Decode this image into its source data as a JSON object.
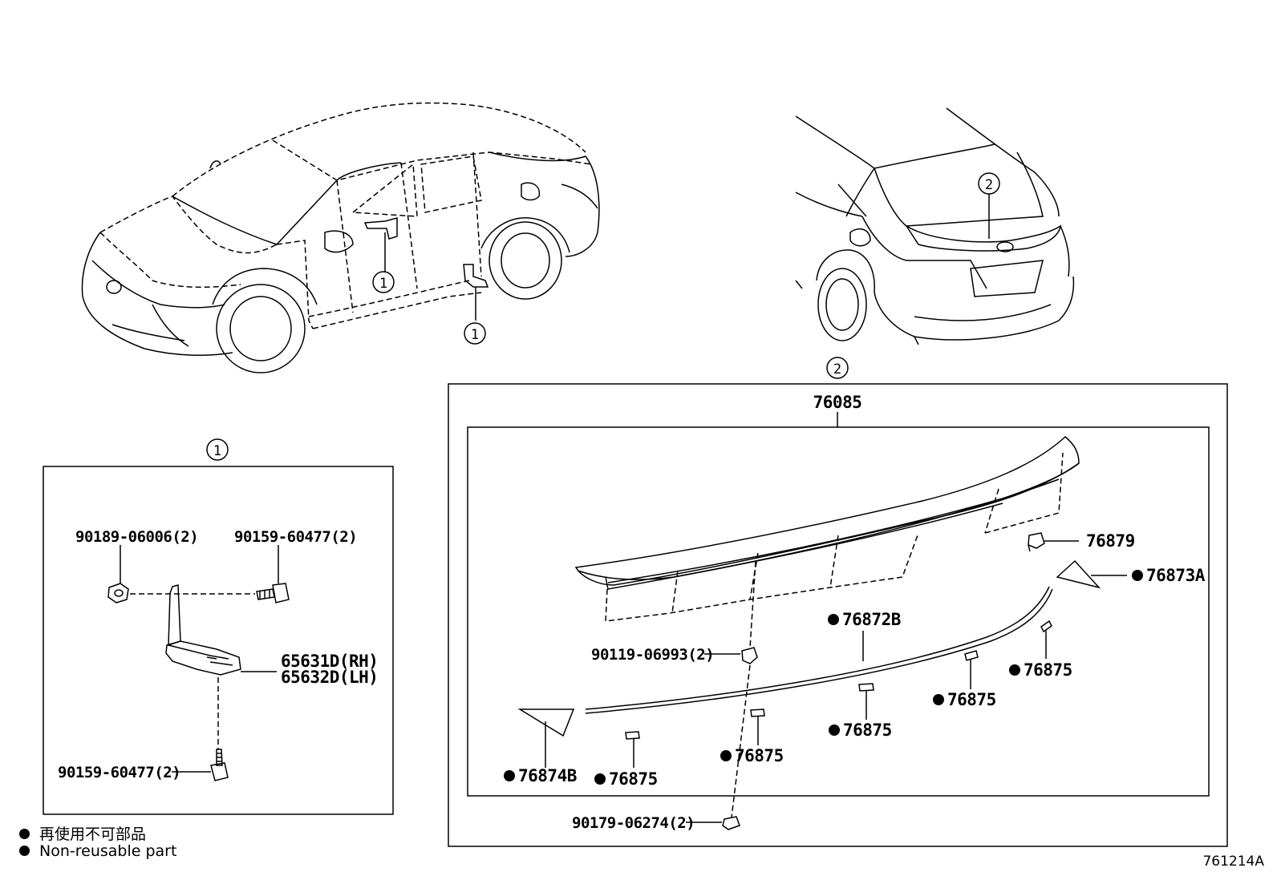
{
  "callouts": {
    "one": "1",
    "two": "2"
  },
  "parts": {
    "main_assy": "76085",
    "clip_76879": "76879",
    "piece_76873A": "76873A",
    "piece_76872B": "76872B",
    "piece_76874B": "76874B",
    "tape": "76875",
    "clip_90119": "90119-06993(2)",
    "nut_90179": "90179-06274(2)",
    "nut_90189": "90189-06006(2)",
    "bolt_90159_top": "90159-60477(2)",
    "bolt_90159_bottom": "90159-60477(2)",
    "flap_rh": "65631D(RH)",
    "flap_lh": "65632D(LH)"
  },
  "legend": {
    "japanese": "再使用不可部品",
    "english": "Non-reusable part"
  },
  "illustration_code": "761214A",
  "colors": {
    "line": "#000000",
    "background": "#ffffff"
  }
}
